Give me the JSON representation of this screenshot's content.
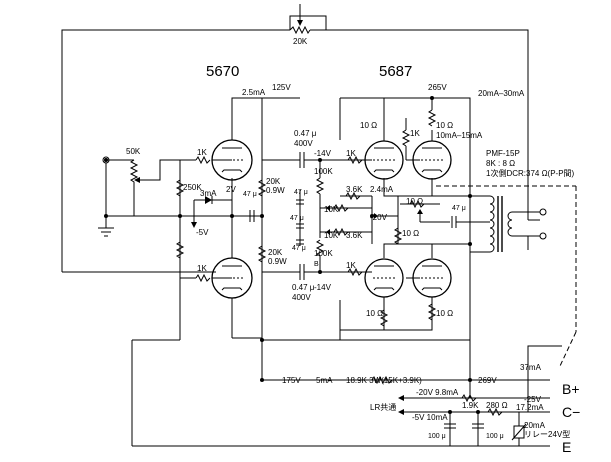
{
  "top_pot": {
    "value": "20K"
  },
  "tubes": {
    "driver": "5670",
    "output": "5687"
  },
  "driver": {
    "plate_current": "2.5mA",
    "b_voltage": "125V",
    "input_pot": "50K",
    "plate_r_top": "1K",
    "plate_r_bot": "1K",
    "grid_r": "250K",
    "bias_v": "2V",
    "ref_v": "-5V",
    "diode_current": "3mA",
    "cathode_r": "20K",
    "cathode_r_w": "0.9W",
    "cathode_r2": "20K",
    "cathode_r2_w": "0.9W",
    "cap_tiny": "47 μ",
    "b_plus": "175V",
    "b_current": "5mA",
    "b_resistor": "18.9K 3W(15K+3.9K)"
  },
  "coupling": {
    "cap_top": "0.47 μ",
    "cap_top_v": "400V",
    "cap_bot": "0.47 μ",
    "cap_bot_v": "400V",
    "neg_top": "-14V",
    "neg_bot": "-14V",
    "grid_leak_top": "100K",
    "grid_leak_bot": "100K",
    "bias_cap_1": "47 μ",
    "bias_cap_2": "47 μ",
    "bias_cap_3": "47 μ",
    "bias_pot_1": "10K",
    "bias_pot_2": "10K",
    "bias_r_1": "3.6K",
    "bias_r_2": "3.6K",
    "marker": "B"
  },
  "output": {
    "b_voltage": "265V",
    "plate_current": "20mA–30mA",
    "grid_r_top": "1K",
    "grid_r_bot": "1K",
    "stopper_top": "10 Ω",
    "stopper_bot": "10 Ω",
    "screen_r": "1K",
    "cathode_r_top": "10 Ω",
    "cathode_r_top_current": "10mA–15mA",
    "cathode_r_bot": "10 Ω",
    "cathode_r_bot2": "10 Ω",
    "tail_current": "2.4mA",
    "tail_v": "-20V",
    "balance_r": "10 Ω",
    "balance_r2": "10 Ω",
    "out_cap": "47 μ",
    "xfmr_model": "PMF-15P",
    "xfmr_ratio": "8K : 8 Ω",
    "xfmr_dcr": "1次側DCR:374 Ω(P-P間)",
    "b_plus_low": "269V",
    "relay_current": "37mA"
  },
  "power": {
    "rail_labels": [
      "B+",
      "C−",
      "E"
    ],
    "neg20": "-20V 9.8mA",
    "r_1k9": "1.9K",
    "r_280": "280 Ω",
    "neg5": "-5V 10mA",
    "neg25": "-25V",
    "neg25_current": "17.2mA",
    "relay_current": "20mA",
    "relay_label": "リレー24V型",
    "lr_common": "LR共通",
    "cap_100a": "100 μ",
    "cap_100b": "100 μ"
  }
}
